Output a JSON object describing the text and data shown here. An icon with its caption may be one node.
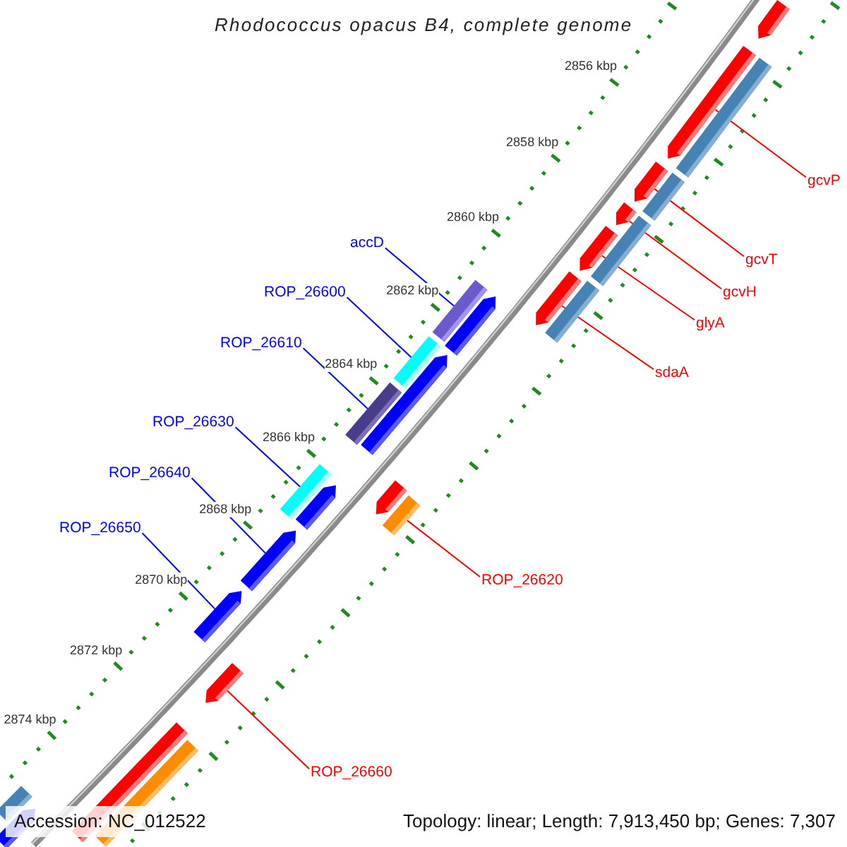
{
  "diagram": {
    "title": "Rhodococcus opacus B4, complete genome",
    "nodes": [
      {
        "text": [
          "accD"
        ]
      },
      {
        "text": [
          "ROP_26600"
        ]
      },
      {
        "text": [
          "ROP_26610"
        ]
      },
      {
        "text": [
          "ROP_26630"
        ]
      },
      {
        "text": [
          "ROP_26640"
        ]
      },
      {
        "text": [
          "ROP_26650"
        ]
      },
      {
        "text": [
          "gcvP"
        ]
      },
      {
        "text": [
          "gcvT"
        ]
      },
      {
        "text": [
          "gcvH"
        ]
      },
      {
        "text": [
          "glyA"
        ]
      },
      {
        "text": [
          "sdaA"
        ]
      },
      {
        "text": [
          "ROP_26620"
        ]
      },
      {
        "text": [
          "ROP_26660"
        ]
      },
      {
        "text": [],
        "shape": "arrow"
      },
      {
        "text": [],
        "shape": "arrow"
      },
      {
        "text": [],
        "shape": "arrow"
      },
      {
        "text": [],
        "shape": "arrow"
      },
      {
        "text": [],
        "shape": "arrow"
      },
      {
        "text": [],
        "shape": "bar"
      },
      {
        "text": [],
        "shape": "bar"
      },
      {
        "text": [],
        "shape": "bar"
      },
      {
        "text": [],
        "shape": "bar"
      },
      {
        "text": [],
        "shape": "bar"
      },
      {
        "text": [],
        "shape": "arrow"
      },
      {
        "text": [],
        "shape": "arrow"
      },
      {
        "text": [],
        "shape": "arrow"
      },
      {
        "text": [],
        "shape": "arrow"
      },
      {
        "text": [],
        "shape": "bar"
      },
      {
        "text": [],
        "shape": "bar"
      },
      {
        "text": [],
        "shape": "bar"
      },
      {
        "text": [],
        "shape": "bar"
      },
      {
        "text": [],
        "shape": "arrow"
      },
      {
        "text": [],
        "shape": "arrow"
      },
      {
        "text": [],
        "shape": "arrow"
      },
      {
        "text": [],
        "shape": "arrow"
      },
      {
        "text": [],
        "shape": "bar"
      },
      {
        "text": [],
        "shape": "bar"
      },
      {
        "text": [],
        "shape": "bar"
      },
      {
        "text": [],
        "shape": "arrow"
      }
    ],
    "edges": [
      {
        "from": 0,
        "to": 18,
        "arrow": "none",
        "color": "#0000ff"
      },
      {
        "from": 1,
        "to": 19,
        "arrow": "none",
        "color": "#0000ff"
      },
      {
        "from": 2,
        "to": 20,
        "arrow": "none",
        "color": "#0000ff"
      },
      {
        "from": 3,
        "to": 21,
        "arrow": "none",
        "color": "#0000ff"
      },
      {
        "from": 4,
        "to": 23,
        "arrow": "none",
        "color": "#0000ff"
      },
      {
        "from": 5,
        "to": 24,
        "arrow": "none",
        "color": "#0000ff"
      },
      {
        "from": 6,
        "to": 13,
        "arrow": "none"
      },
      {
        "from": 7,
        "to": 14,
        "arrow": "none"
      },
      {
        "from": 8,
        "to": 15,
        "arrow": "none"
      },
      {
        "from": 9,
        "to": 16,
        "arrow": "none"
      },
      {
        "from": 10,
        "to": 17,
        "arrow": "none"
      },
      {
        "from": 11,
        "to": 22,
        "arrow": "none"
      },
      {
        "from": 12,
        "to": 25,
        "arrow": "none"
      }
    ],
    "labels": [
      "2856 kbp",
      "2858 kbp",
      "2860 kbp",
      "2862 kbp",
      "2864 kbp",
      "2866 kbp",
      "2868 kbp",
      "2870 kbp",
      "2872 kbp",
      "2874 kbp",
      "Accession: NC_012522",
      "Topology: linear; Length: 7,913,450 bp; Genes: 7,307"
    ]
  }
}
